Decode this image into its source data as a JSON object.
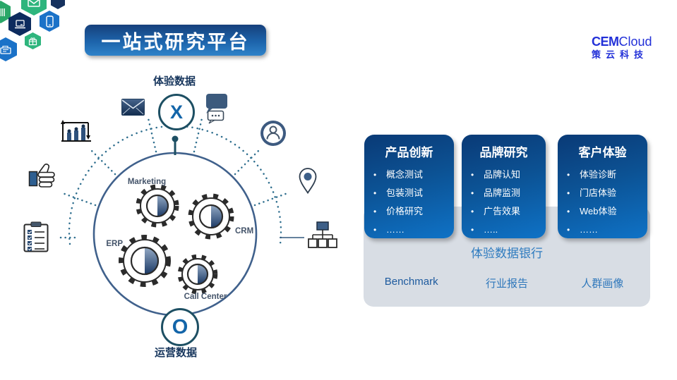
{
  "page": {
    "title_banner": "一站式研究平台"
  },
  "logo": {
    "brand_cem": "CEM",
    "brand_cloud": "Cloud",
    "company": "策云科技"
  },
  "diagram": {
    "experience_label": "体验数据",
    "experience_letter": "X",
    "operations_label": "运营数据",
    "operations_letter": "O",
    "gears": [
      {
        "label": "Marketing"
      },
      {
        "label": "CRM"
      },
      {
        "label": "ERP"
      },
      {
        "label": "Call Center"
      }
    ],
    "icons": [
      "email-icon",
      "chat-bubbles-icon",
      "person-circle-icon",
      "location-pin-icon",
      "bar-chart-icon",
      "thumbs-up-icon",
      "checklist-icon",
      "sitemap-icon"
    ]
  },
  "cards": [
    {
      "title": "产品创新",
      "items": [
        "概念测试",
        "包装测试",
        "价格研究",
        "……"
      ]
    },
    {
      "title": "品牌研究",
      "items": [
        "品牌认知",
        "品牌监测",
        "广告效果",
        "….."
      ]
    },
    {
      "title": "客户体验",
      "items": [
        "体验诊断",
        "门店体验",
        "Web体验",
        "……"
      ]
    }
  ],
  "data_bank": {
    "title": "体验数据银行",
    "items": [
      "Benchmark",
      "行业报告",
      "人群画像"
    ]
  },
  "colors": {
    "banner_blue": "#1d64ab",
    "card_blue_top": "#0a3a76",
    "card_blue_bottom": "#0e72c6",
    "panel_gray": "#d8dde4",
    "logo_blue": "#2230d8",
    "ring_dark": "#1d4f63",
    "letter_blue": "#1365a9",
    "circle_border": "#40618c",
    "dotted_line": "#2e6e8e",
    "hex_green": "#2eb57d",
    "hex_blue": "#1b72c8",
    "hex_navy": "#0d2b5e"
  }
}
